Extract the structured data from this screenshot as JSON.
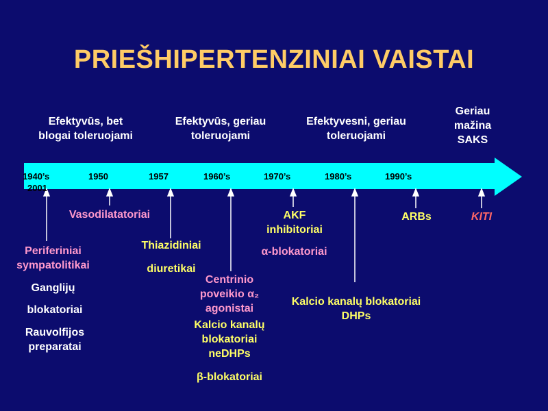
{
  "title": "PRIEŠHIPERTENZINIAI VAISTAI",
  "eras": {
    "e1": [
      "Efektyvūs, bet",
      "blogai toleruojami"
    ],
    "e2": [
      "Efektyvūs, geriau",
      "toleruojami"
    ],
    "e3": [
      "Efektyvesni, geriau",
      "toleruojami"
    ],
    "e4": [
      "Geriau",
      "mažina",
      "SAKS"
    ]
  },
  "years": {
    "y1940": "1940’s",
    "y2001": "2001",
    "y1950": "1950",
    "y1957": "1957",
    "y1960": "1960’s",
    "y1970": "1970’s",
    "y1980": "1980’s",
    "y1990": "1990’s"
  },
  "drugs": {
    "vasodilatatoriai": "Vasodilatatoriai",
    "periferiniai": [
      "Periferiniai",
      "sympatolitikai"
    ],
    "gangliju": "Ganglijų",
    "blokatoriai": "blokatoriai",
    "rauvolfijos": [
      "Rauvolfijos",
      "preparatai"
    ],
    "tiazidiniai": "Thiazidiniai",
    "diuretikai": "diuretikai",
    "centrinio": [
      "Centrinio",
      "poveikio α₂",
      "agonistai"
    ],
    "kalcio_ne": [
      "Kalcio kanalų",
      "blokatoriai",
      "neDHPs"
    ],
    "beta": "β-blokatoriai",
    "akf": [
      "AKF",
      "inhibitoriai"
    ],
    "alpha": "α-blokatoriai",
    "kalcio_dhp": [
      "Kalcio kanalų blokatoriai",
      "DHPs"
    ],
    "arbs": "ARBs",
    "kiti": "KITI"
  },
  "colors": {
    "background": "#0c0c6e",
    "title": "#ffcc66",
    "timeline_arrow": "#00ffff",
    "pink_label": "#ff99cc",
    "yellow_label": "#ffff66",
    "red_label": "#ff6666"
  }
}
